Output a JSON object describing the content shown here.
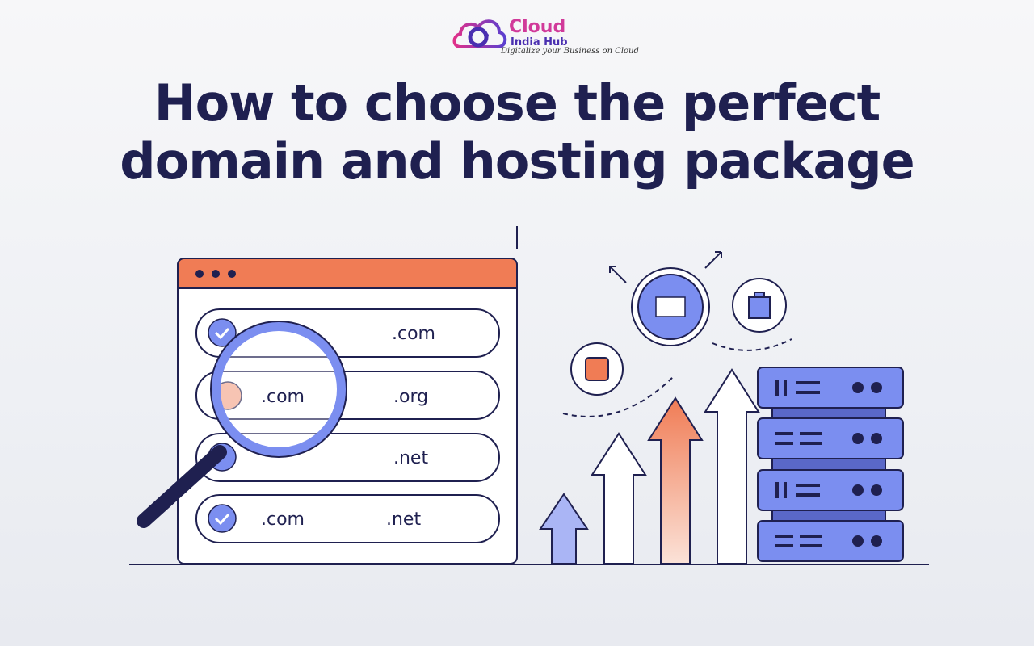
{
  "logo": {
    "name_line1": "Cloud",
    "name_line2": "India Hub",
    "tagline": "Digitalize your Business on Cloud"
  },
  "title": {
    "line1": "How to choose the perfect",
    "line2": "domain and hosting package"
  },
  "domain_list": [
    {
      "left": "",
      "right": ".com",
      "checked": true
    },
    {
      "left": ".com",
      "right": ".org",
      "checked": false
    },
    {
      "left": "",
      "right": ".net",
      "checked": true
    },
    {
      "left": ".com",
      "right": ".net",
      "checked": true
    }
  ],
  "colors": {
    "accent_orange": "#f07c55",
    "accent_blue": "#7b8ef0",
    "navy": "#1f2050"
  }
}
